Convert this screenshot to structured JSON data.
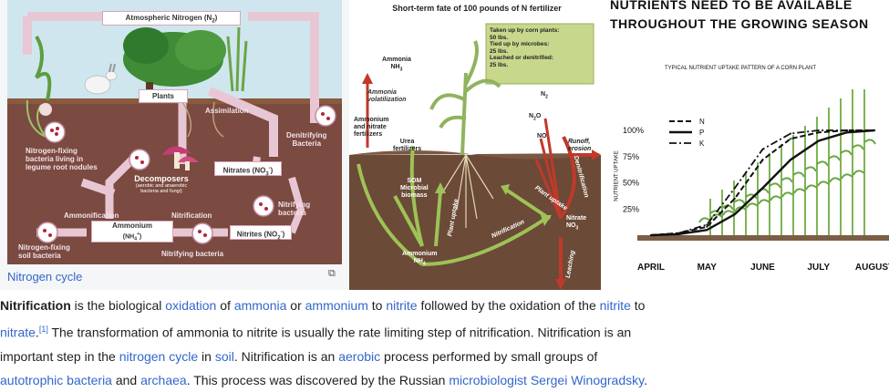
{
  "nitrogen_cycle": {
    "atmospheric": "Atmospheric Nitrogen (N",
    "atmospheric_sub": "2",
    "atmospheric_end": ")",
    "plants": "Plants",
    "assimilation": "Assimilation",
    "denitrifying": "Denitrifying\nBacteria",
    "nfixing_legume": "Nitrogen-fixing\nbacteria living in\nlegume root nodules",
    "decomposers": "Decomposers",
    "decomposers_sub": "(aerobic and anaerobic\nbacteria and fungi)",
    "nitrates": "Nitrates (NO",
    "nitrates_sub": "3",
    "nitrates_sup": "-",
    "nitrates_end": ")",
    "nitrifying_top": "Nitrifying\nbacteria",
    "ammonification": "Ammonification",
    "nitrification": "Nitrification",
    "ammonium": "Ammonium",
    "ammonium_formula": "(NH",
    "ammonium_sub": "4",
    "ammonium_sup": "+",
    "ammonium_end": ")",
    "nitrites": "Nitrites (NO",
    "nitrites_sub": "2",
    "nitrites_sup": "-",
    "nitrites_end": ")",
    "nfixing_soil": "Nitrogen-fixing\nsoil bacteria",
    "nitrifying_bottom": "Nitrifying bacteria",
    "caption": "Nitrogen cycle",
    "enlarge_icon": "enlarge-icon"
  },
  "fertilizer": {
    "title": "Short-term fate of 100 pounds of N fertilizer",
    "legend": "Taken up by corn plants:\n50 lbs.\nTied up by microbes:\n25 lbs.\nLeached or denitrified:\n25 lbs.",
    "ammonia": "Ammonia\nNH",
    "ammonia_sub": "3",
    "volatilization": "Ammonia\nvolatilization",
    "ammonium_nitrate": "Ammonium\nand nitrate\nfertilizers",
    "urea": "Urea\nfertilizers",
    "som": "SOM\nMicrobial\nbiomass",
    "ammonium": "Ammonium\nNH",
    "ammonium_sub": "4",
    "plant_uptake_left": "Plant uptake",
    "nitrification": "Nitrification",
    "plant_uptake_right": "Plant uptake",
    "nitrate": "Nitrate\nNO",
    "nitrate_sub": "3",
    "n2": "N",
    "n2_sub": "2",
    "n2o": "N",
    "n2o_sub": "2",
    "n2o_end": "O",
    "no": "NO",
    "runoff": "Runoff,\nerosion",
    "denitrification": "Denitrification",
    "leaching": "Leaching"
  },
  "nutrients": {
    "title_line1": "NUTRIENTS NEED TO BE AVAILABLE",
    "title_line2": "THROUGHOUT THE GROWING SEASON",
    "subtitle": "TYPICAL NUTRIENT UPTAKE PATTERN OF A CORN PLANT",
    "ylabel": "NUTRIENT UPTAKE",
    "legend": [
      "N",
      "P",
      "K"
    ],
    "months": [
      "APRIL",
      "MAY",
      "JUNE",
      "JULY",
      "AUGUST"
    ]
  },
  "chart_data": {
    "type": "line",
    "title": "TYPICAL NUTRIENT UPTAKE PATTERN OF A CORN PLANT",
    "ylabel": "NUTRIENT UPTAKE",
    "xlabel": "",
    "categories": [
      "APRIL",
      "MAY",
      "JUNE",
      "JULY",
      "AUGUST"
    ],
    "y_ticks": [
      "25%",
      "50%",
      "75%",
      "100%"
    ],
    "ylim": [
      0,
      100
    ],
    "series": [
      {
        "name": "N",
        "x": [
          0,
          0.5,
          1,
          1.5,
          2,
          2.5,
          3,
          3.5,
          4
        ],
        "values": [
          0,
          2,
          8,
          35,
          72,
          92,
          98,
          100,
          100
        ]
      },
      {
        "name": "P",
        "x": [
          0,
          0.5,
          1,
          1.5,
          2,
          2.5,
          3,
          3.5,
          4
        ],
        "values": [
          0,
          1,
          5,
          20,
          45,
          72,
          90,
          98,
          100
        ]
      },
      {
        "name": "K",
        "x": [
          0,
          0.5,
          1,
          1.5,
          2,
          2.5,
          3,
          3.5,
          4
        ],
        "values": [
          0,
          2,
          10,
          45,
          82,
          97,
          100,
          100,
          100
        ]
      }
    ]
  },
  "article": {
    "l1": [
      {
        "t": "Nitrification",
        "b": true
      },
      {
        "t": " is the biological "
      },
      {
        "t": "oxidation",
        "a": true
      },
      {
        "t": " of "
      },
      {
        "t": "ammonia",
        "a": true
      },
      {
        "t": " or "
      },
      {
        "t": "ammonium",
        "a": true
      },
      {
        "t": " to "
      },
      {
        "t": "nitrite",
        "a": true
      },
      {
        "t": " followed by the oxidation of the "
      },
      {
        "t": "nitrite",
        "a": true
      },
      {
        "t": " to"
      }
    ],
    "l2": [
      {
        "t": "nitrate",
        "a": true
      },
      {
        "t": ".",
        "x": true
      },
      {
        "t": "[1]",
        "sup": true
      },
      {
        "t": " The transformation of ammonia to nitrite is usually the rate limiting step of nitrification. Nitrification is an"
      }
    ],
    "l3": [
      {
        "t": "important step in the "
      },
      {
        "t": "nitrogen cycle",
        "a": true
      },
      {
        "t": " in "
      },
      {
        "t": "soil",
        "a": true
      },
      {
        "t": ". Nitrification is an "
      },
      {
        "t": "aerobic",
        "a": true
      },
      {
        "t": " process performed by small groups of"
      }
    ],
    "l4": [
      {
        "t": "autotrophic bacteria",
        "a": true
      },
      {
        "t": " and "
      },
      {
        "t": "archaea",
        "a": true
      },
      {
        "t": ". This process was discovered by the Russian "
      },
      {
        "t": "microbiologist",
        "a": true
      },
      {
        "t": " "
      },
      {
        "t": "Sergei Winogradsky",
        "a": true
      },
      {
        "t": "."
      }
    ]
  }
}
